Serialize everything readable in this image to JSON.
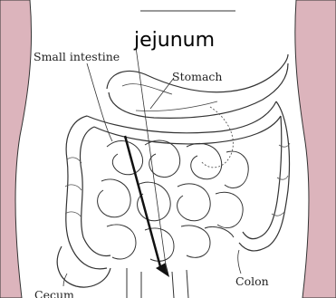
{
  "title": "jejunum",
  "labels": {
    "small_intestine": "Small intestine",
    "stomach": "Stomach",
    "colon": "Colon",
    "cecum": "Cecum"
  },
  "colors": {
    "body_side": "#dcb4bc",
    "line": "#333333",
    "arrow": "#111111"
  }
}
